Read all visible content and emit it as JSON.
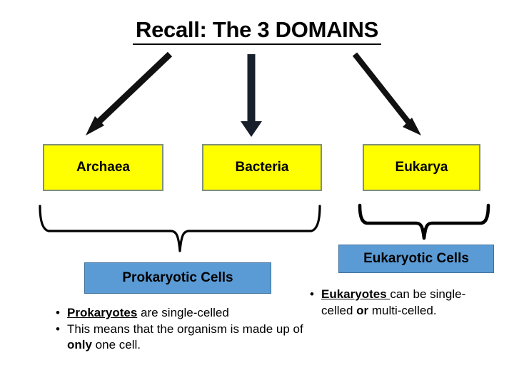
{
  "slide": {
    "title": "Recall: The 3 DOMAINS",
    "background_color": "#ffffff"
  },
  "colors": {
    "domain_box_fill": "#ffff00",
    "domain_box_border": "#808f7e",
    "cell_box_fill": "#5b9bd5",
    "cell_box_border": "#41719c",
    "arrow_color": "#000000",
    "middle_arrow_color": "#17202a",
    "brace_color": "#000000",
    "text_color": "#000000"
  },
  "domains": [
    {
      "id": "archaea",
      "label": "Archaea"
    },
    {
      "id": "bacteria",
      "label": "Bacteria"
    },
    {
      "id": "eukarya",
      "label": "Eukarya"
    }
  ],
  "arrows": [
    {
      "id": "arrow-archaea",
      "direction": "down-left",
      "target": "Archaea"
    },
    {
      "id": "arrow-bacteria",
      "direction": "down",
      "target": "Bacteria"
    },
    {
      "id": "arrow-eukarya",
      "direction": "down-right",
      "target": "Eukarya"
    }
  ],
  "braces": [
    {
      "id": "brace-prokaryotic",
      "groups": [
        "Archaea",
        "Bacteria"
      ],
      "points_to": "Prokaryotic Cells"
    },
    {
      "id": "brace-eukaryotic",
      "groups": [
        "Eukarya"
      ],
      "points_to": "Eukaryotic Cells"
    }
  ],
  "cell_types": [
    {
      "id": "prokaryotic",
      "label": "Prokaryotic Cells"
    },
    {
      "id": "eukaryotic",
      "label": "Eukaryotic Cells"
    }
  ],
  "prokaryote_notes": {
    "bullet_glyph": "•",
    "items": [
      {
        "parts": [
          {
            "text": "Prokaryotes",
            "style": "bold-underline"
          },
          {
            "text": " are single-celled",
            "style": "normal"
          }
        ]
      },
      {
        "parts": [
          {
            "text": "This means that the organism is made up of ",
            "style": "normal"
          },
          {
            "text": "only",
            "style": "bold"
          },
          {
            "text": " one cell.",
            "style": "normal"
          }
        ]
      }
    ]
  },
  "eukaryote_notes": {
    "bullet_glyph": "•",
    "items": [
      {
        "parts": [
          {
            "text": "Eukaryotes ",
            "style": "bold-underline"
          },
          {
            "text": "can be single-celled ",
            "style": "normal"
          },
          {
            "text": "or",
            "style": "bold"
          },
          {
            "text": " multi-celled.",
            "style": "normal"
          }
        ]
      }
    ]
  }
}
